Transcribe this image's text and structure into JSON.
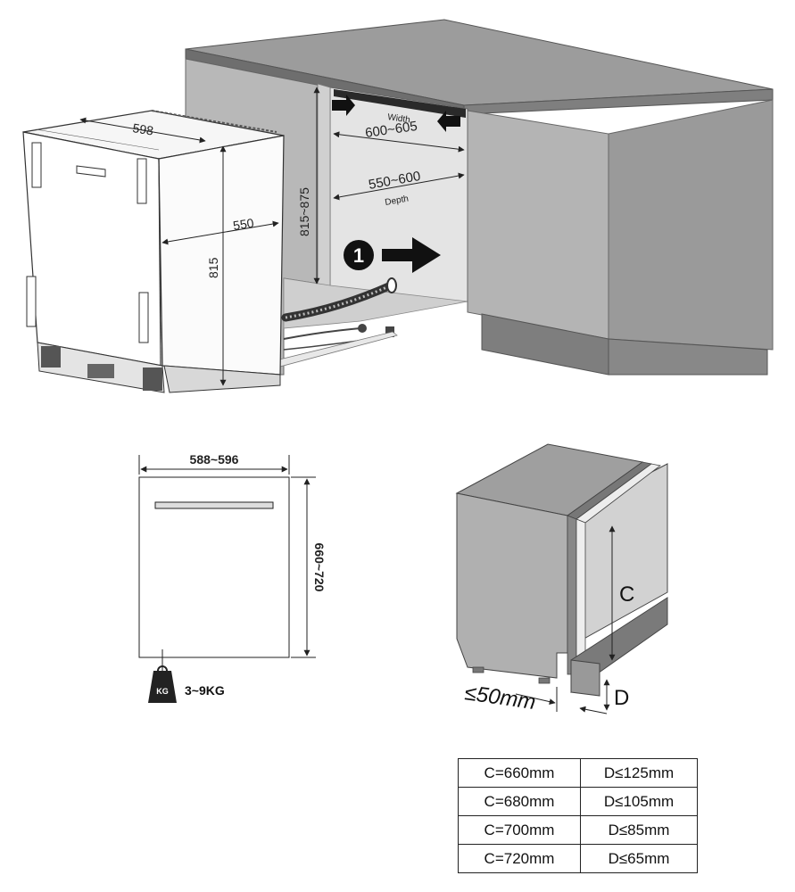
{
  "installation": {
    "appliance_width": "598",
    "appliance_depth": "550",
    "appliance_height": "815",
    "niche_height": "815~875",
    "niche_width_label": "Width",
    "niche_width": "600~605",
    "niche_depth": "550~600",
    "niche_depth_label": "Depth",
    "step_number": "1"
  },
  "door_panel": {
    "width": "588~596",
    "height": "660~720",
    "weight_badge": "KG",
    "weight": "3~9KG"
  },
  "side_view": {
    "c_label": "C",
    "d_label": "D",
    "gap": "≤50mm"
  },
  "cd_table": [
    {
      "c": "C=660mm",
      "d": "D≤125mm"
    },
    {
      "c": "C=680mm",
      "d": "D≤105mm"
    },
    {
      "c": "C=700mm",
      "d": "D≤85mm"
    },
    {
      "c": "C=720mm",
      "d": "D≤65mm"
    }
  ]
}
